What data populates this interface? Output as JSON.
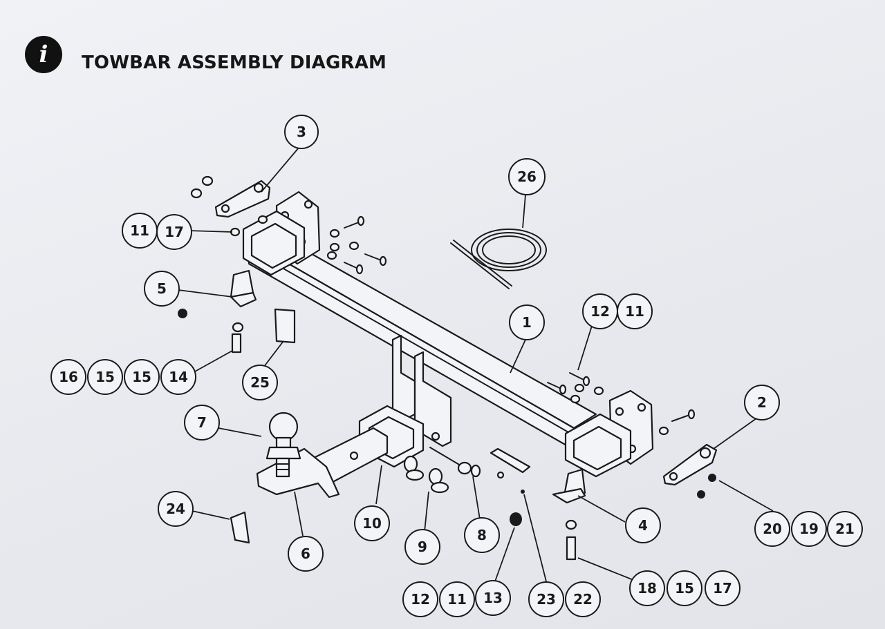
{
  "header": {
    "icon": "info-icon",
    "icon_glyph": "i",
    "title": "TOWBAR ASSEMBLY DIAGRAM"
  },
  "callouts": {
    "c3": "3",
    "c26": "26",
    "c11_top": "11",
    "c17_top": "17",
    "c5": "5",
    "c1": "1",
    "c12_right": "12",
    "c11_right": "11",
    "c16": "16",
    "c15_a": "15",
    "c15_b": "15",
    "c14": "14",
    "c25": "25",
    "c2": "2",
    "c7": "7",
    "c24": "24",
    "c10": "10",
    "c6": "6",
    "c9": "9",
    "c8": "8",
    "c4": "4",
    "c20": "20",
    "c19": "19",
    "c21": "21",
    "c12_bottom": "12",
    "c11_bottom": "11",
    "c13": "13",
    "c23": "23",
    "c22": "22",
    "c18": "18",
    "c15_c": "15",
    "c17_bottom": "17"
  }
}
